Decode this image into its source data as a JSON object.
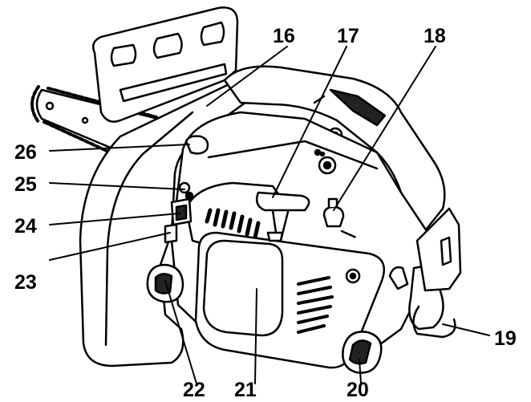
{
  "callouts": {
    "c16": "16",
    "c17": "17",
    "c18": "18",
    "c19": "19",
    "c20": "20",
    "c21": "21",
    "c22": "22",
    "c23": "23",
    "c24": "24",
    "c25": "25",
    "c26": "26"
  },
  "colors": {
    "ink": "#000000",
    "fill": "#ffffff",
    "shade": "#222222"
  }
}
